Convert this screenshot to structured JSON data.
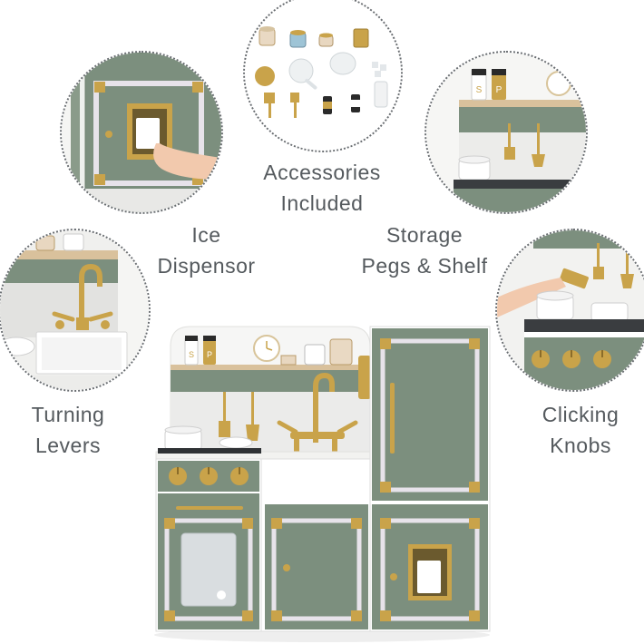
{
  "features": {
    "accessories": {
      "line1": "Accessories",
      "line2": "Included"
    },
    "ice": {
      "line1": "Ice",
      "line2": "Dispensor"
    },
    "storage": {
      "line1": "Storage",
      "line2": "Pegs & Shelf"
    },
    "levers": {
      "line1": "Turning",
      "line2": "Levers"
    },
    "knobs": {
      "line1": "Clicking",
      "line2": "Knobs"
    }
  },
  "spice_letters": {
    "salt": "S",
    "pepper": "P"
  },
  "colors": {
    "sage": "#7c8f7e",
    "sage_dark": "#6d806f",
    "gold": "#c9a34a",
    "white": "#f7f7f5",
    "text": "#555a5e",
    "wood": "#d9c19c"
  }
}
